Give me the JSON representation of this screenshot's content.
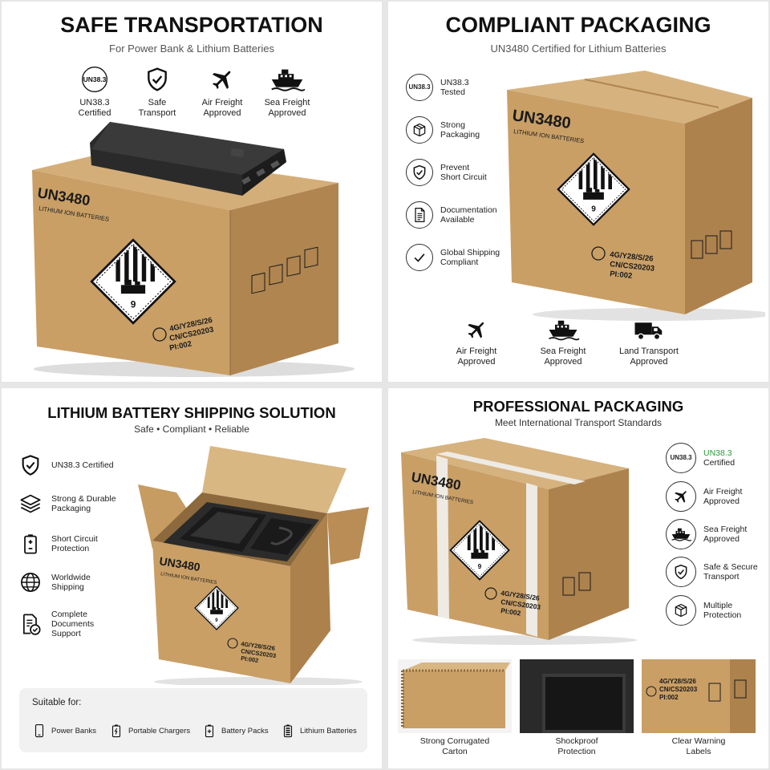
{
  "panel1": {
    "title": "SAFE TRANSPORTATION",
    "subtitle": "For Power Bank & Lithium Batteries",
    "features": [
      {
        "icon": "un38-badge-icon",
        "badge": "UN38.3",
        "line1": "UN38.3",
        "line2": "Certified"
      },
      {
        "icon": "shield-check-icon",
        "line1": "Safe",
        "line2": "Transport"
      },
      {
        "icon": "airplane-icon",
        "line1": "Air Freight",
        "line2": "Approved"
      },
      {
        "icon": "cargo-ship-icon",
        "line1": "Sea Freight",
        "line2": "Approved"
      }
    ],
    "box": {
      "code": "UN3480",
      "desc": "LITHIUM ION BATTERIES",
      "class": "9",
      "spec1": "4G/Y28/S/26",
      "spec2": "CN/CS20203",
      "spec3": "PI:002"
    }
  },
  "panel2": {
    "title": "COMPLIANT PACKAGING",
    "subtitle": "UN3480 Certified for Lithium Batteries",
    "features": [
      {
        "icon": "un38-badge-icon",
        "badge": "UN38.3",
        "line1": "UN38.3",
        "line2": "Tested"
      },
      {
        "icon": "package-box-icon",
        "line1": "Strong",
        "line2": "Packaging"
      },
      {
        "icon": "shield-check-icon",
        "line1": "Prevent",
        "line2": "Short Circuit"
      },
      {
        "icon": "document-icon",
        "line1": "Documentation",
        "line2": "Available"
      },
      {
        "icon": "check-icon",
        "line1": "Global Shipping",
        "line2": "Compliant"
      }
    ],
    "transport": [
      {
        "icon": "airplane-icon",
        "line1": "Air Freight",
        "line2": "Approved"
      },
      {
        "icon": "cargo-ship-icon",
        "line1": "Sea Freight",
        "line2": "Approved"
      },
      {
        "icon": "truck-icon",
        "line1": "Land Transport",
        "line2": "Approved"
      }
    ],
    "box": {
      "code": "UN3480",
      "desc": "LITHIUM ION BATTERIES",
      "class": "9",
      "spec1": "4G/Y28/S/26",
      "spec2": "CN/CS20203",
      "spec3": "PI:002"
    }
  },
  "panel3": {
    "title": "LITHIUM BATTERY SHIPPING SOLUTION",
    "subtitle": "Safe • Compliant • Reliable",
    "features": [
      {
        "icon": "shield-check-icon",
        "line1": "UN38.3 Certified",
        "line2": ""
      },
      {
        "icon": "layers-icon",
        "line1": "Strong & Durable",
        "line2": "Packaging"
      },
      {
        "icon": "battery-icon",
        "line1": "Short Circuit",
        "line2": "Protection"
      },
      {
        "icon": "globe-icon",
        "line1": "Worldwide",
        "line2": "Shipping"
      },
      {
        "icon": "document-check-icon",
        "line1": "Complete",
        "line2": "Documents",
        "line3": "Support"
      }
    ],
    "suitable_title": "Suitable for:",
    "suitable": [
      {
        "icon": "phone-icon",
        "label": "Power Banks"
      },
      {
        "icon": "charger-icon",
        "label": "Portable Chargers"
      },
      {
        "icon": "battery-plus-icon",
        "label": "Battery Packs"
      },
      {
        "icon": "battery-full-icon",
        "label": "Lithium Batteries"
      }
    ],
    "box": {
      "code": "UN3480",
      "desc": "LITHIUM ION BATTERIES",
      "class": "9",
      "spec1": "4G/Y28/S/26",
      "spec2": "CN/CS20203",
      "spec3": "PI:002"
    }
  },
  "panel4": {
    "title": "PROFESSIONAL PACKAGING",
    "subtitle": "Meet International Transport Standards",
    "features": [
      {
        "icon": "un38-badge-icon",
        "badge": "UN38.3",
        "line1": "UN38.3",
        "line2": "Certified",
        "accent": true
      },
      {
        "icon": "airplane-icon",
        "line1": "Air Freight",
        "line2": "Approved"
      },
      {
        "icon": "cargo-ship-icon",
        "line1": "Sea Freight",
        "line2": "Approved"
      },
      {
        "icon": "shield-check-icon",
        "line1": "Safe & Secure",
        "line2": "Transport"
      },
      {
        "icon": "package-box-icon",
        "line1": "Multiple",
        "line2": "Protection"
      }
    ],
    "details": [
      {
        "line1": "Strong Corrugated",
        "line2": "Carton"
      },
      {
        "line1": "Shockproof",
        "line2": "Protection"
      },
      {
        "line1": "Clear Warning",
        "line2": "Labels"
      }
    ],
    "box": {
      "code": "UN3480",
      "desc": "LITHIUM ION BATTERIES",
      "class": "9",
      "spec1": "4G/Y28/S/26",
      "spec2": "CN/CS20203",
      "spec3": "PI:002"
    }
  },
  "colors": {
    "cardboard": "#c49a63",
    "cardboard_dark": "#a67c48",
    "cardboard_light": "#d6b27e",
    "ink": "#1a1a1a",
    "accent_green": "#2a9a3a",
    "foam": "#2b2b2b"
  }
}
